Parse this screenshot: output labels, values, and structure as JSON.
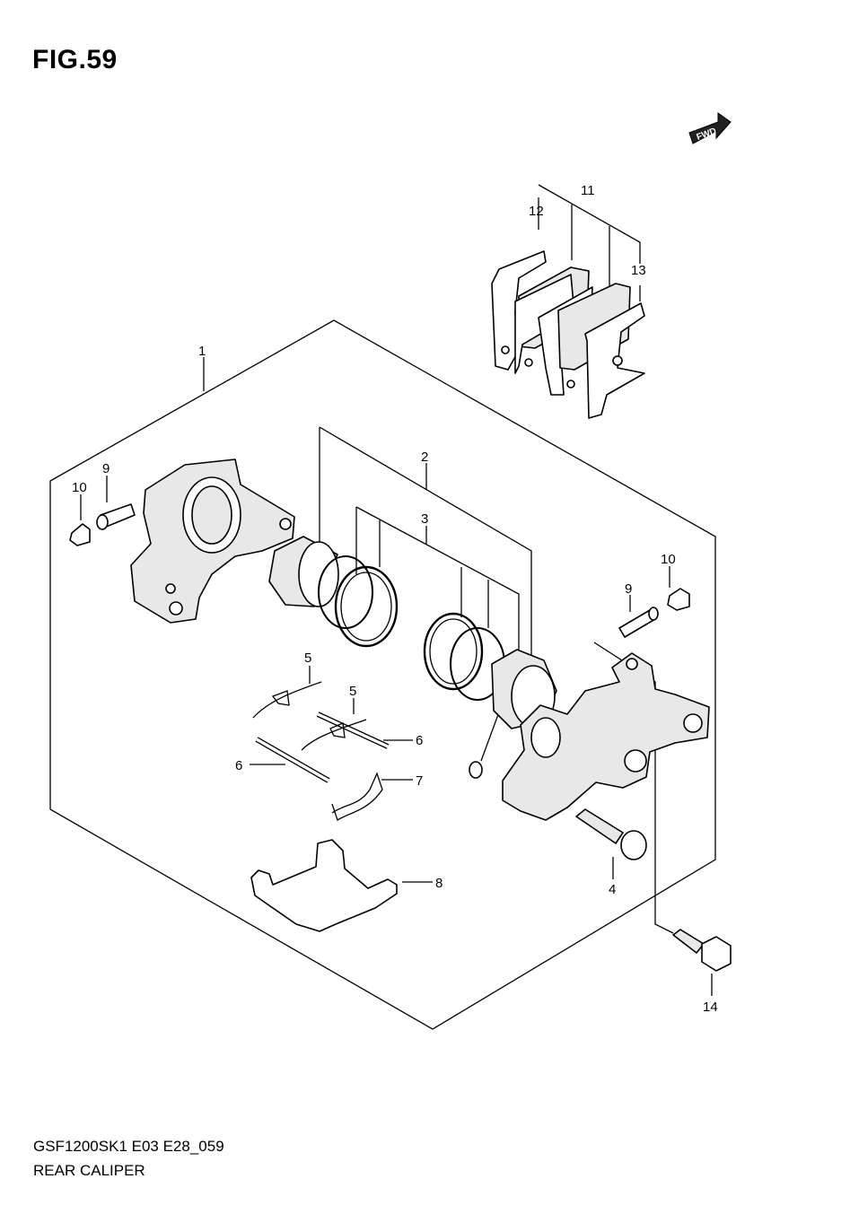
{
  "figure": {
    "title": "FIG.59",
    "code": "GSF1200SK1 E03 E28_059",
    "name": "REAR CALIPER"
  },
  "fwd_label": "FWD",
  "callouts": [
    "1",
    "2",
    "3",
    "4",
    "5",
    "5",
    "6",
    "6",
    "7",
    "8",
    "9",
    "9",
    "10",
    "10",
    "11",
    "12",
    "13",
    "14"
  ]
}
